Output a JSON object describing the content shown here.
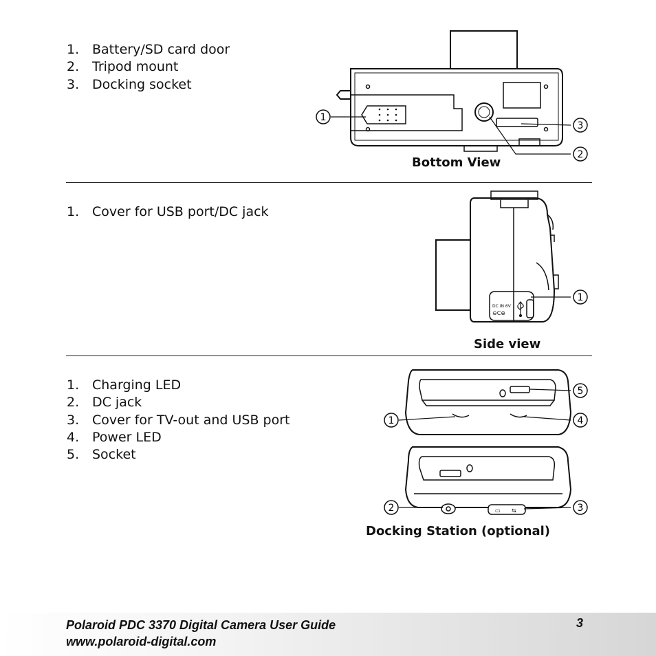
{
  "section1": {
    "items": [
      {
        "num": "1.",
        "label": "Battery/SD card door"
      },
      {
        "num": "2.",
        "label": "Tripod mount"
      },
      {
        "num": "3.",
        "label": "Docking socket"
      }
    ],
    "caption": "Bottom View",
    "callouts": [
      "1",
      "2",
      "3"
    ]
  },
  "section2": {
    "items": [
      {
        "num": "1.",
        "label": "Cover for USB port/DC jack"
      }
    ],
    "caption": "Side view",
    "callouts": [
      "1"
    ],
    "port_label_top": "DC IN 6V",
    "port_icon": "usb-icon"
  },
  "section3": {
    "items": [
      {
        "num": "1.",
        "label": "Charging LED"
      },
      {
        "num": "2.",
        "label": "DC jack"
      },
      {
        "num": "3.",
        "label": "Cover for TV-out and USB port"
      },
      {
        "num": "4.",
        "label": "Power LED"
      },
      {
        "num": "5.",
        "label": "Socket"
      }
    ],
    "caption": "Docking Station (optional)",
    "callouts": [
      "1",
      "2",
      "3",
      "4",
      "5"
    ]
  },
  "footer": {
    "title": "Polaroid PDC 3370 Digital Camera User Guide",
    "url": "www.polaroid-digital.com",
    "page_number": "3"
  },
  "colors": {
    "ink": "#111111",
    "footer_gradient_end": "#d6d6d6"
  }
}
